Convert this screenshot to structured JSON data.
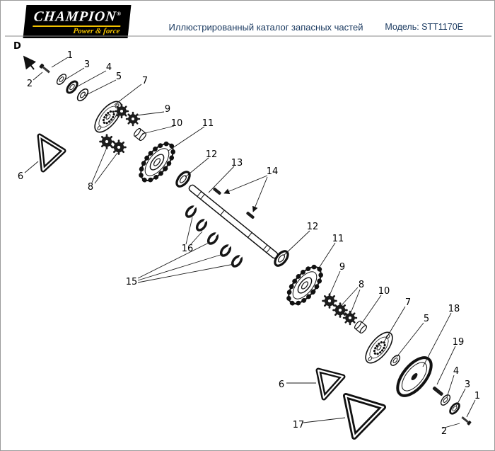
{
  "header": {
    "brand": "CHAMPION",
    "brand_reg": "®",
    "tagline": "Power & force",
    "catalog_title": "Иллюстрированный каталог запасных частей",
    "model_label": "Модель: STT1170E"
  },
  "diagram": {
    "view_label": "D",
    "callouts": [
      "1",
      "2",
      "3",
      "4",
      "5",
      "7",
      "9",
      "10",
      "11",
      "12",
      "13",
      "14",
      "6",
      "8",
      "16",
      "15",
      "12",
      "11",
      "9",
      "8",
      "10",
      "7",
      "18",
      "5",
      "19",
      "4",
      "3",
      "1",
      "6",
      "2",
      "17"
    ]
  }
}
